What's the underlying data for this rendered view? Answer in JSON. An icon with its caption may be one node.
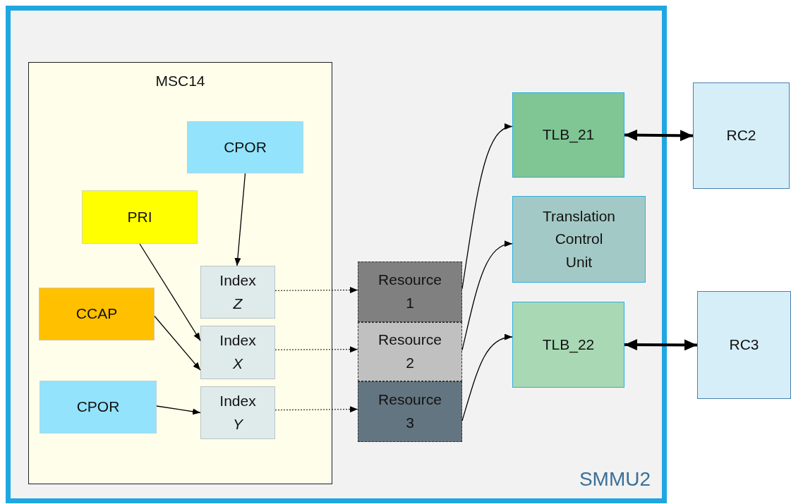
{
  "diagram": {
    "nodes": [
      {
        "text": [
          "SMMU2"
        ]
      },
      {
        "text": [
          "MSC14"
        ],
        "in": 0
      },
      {
        "text": [
          "CPOR"
        ],
        "in": 1
      },
      {
        "text": [
          "PRI"
        ],
        "in": 1
      },
      {
        "text": [
          "CCAP"
        ],
        "in": 1
      },
      {
        "text": [
          "CPOR"
        ],
        "in": 1
      },
      {
        "text": [
          "Index *Z*"
        ],
        "in": 1
      },
      {
        "text": [
          "Index *X*"
        ],
        "in": 1
      },
      {
        "text": [
          "Index *Y*"
        ],
        "in": 1
      },
      {
        "text": [
          "Resource 1"
        ],
        "in": 0
      },
      {
        "text": [
          "Resource 2"
        ],
        "in": 0
      },
      {
        "text": [
          "Resource 3"
        ],
        "in": 0
      },
      {
        "text": [
          "TLB_21"
        ],
        "in": 0
      },
      {
        "text": [
          "Translation Control Unit"
        ],
        "in": 0
      },
      {
        "text": [
          "TLB_22"
        ],
        "in": 0
      },
      {
        "text": [
          "RC2"
        ]
      },
      {
        "text": [
          "RC3"
        ]
      }
    ],
    "edges": [
      {
        "from": 2,
        "to": 6,
        "arrow": "to"
      },
      {
        "from": 3,
        "to": 7,
        "arrow": "to"
      },
      {
        "from": 4,
        "to": 7,
        "arrow": "to"
      },
      {
        "from": 5,
        "to": 8,
        "arrow": "to"
      },
      {
        "from": 6,
        "to": 9,
        "arrow": "to",
        "style": "dashed"
      },
      {
        "from": 7,
        "to": 10,
        "arrow": "to",
        "style": "dashed"
      },
      {
        "from": 8,
        "to": 11,
        "arrow": "to",
        "style": "dashed"
      },
      {
        "from": 9,
        "to": 12,
        "arrow": "to"
      },
      {
        "from": 10,
        "to": 13,
        "arrow": "to"
      },
      {
        "from": 11,
        "to": 14,
        "arrow": "to"
      },
      {
        "from": 12,
        "to": 15,
        "arrow": "both",
        "style": "thick"
      },
      {
        "from": 14,
        "to": 16,
        "arrow": "both",
        "style": "thick"
      }
    ]
  }
}
